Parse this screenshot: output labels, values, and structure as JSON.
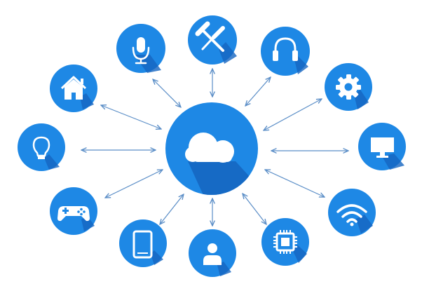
{
  "colors": {
    "node_fill": "#1e88e5",
    "node_shadow": "#1565c0",
    "icon": "#ffffff",
    "arrow": "#5b8ec7",
    "background": "#ffffff"
  },
  "hub": {
    "icon": "cloud-icon"
  },
  "devices": [
    {
      "id": "microphone",
      "icon": "microphone-icon"
    },
    {
      "id": "tools",
      "icon": "hammer-screwdriver-icon"
    },
    {
      "id": "headphones",
      "icon": "headphones-icon"
    },
    {
      "id": "settings",
      "icon": "gear-icon"
    },
    {
      "id": "monitor",
      "icon": "monitor-icon"
    },
    {
      "id": "wifi",
      "icon": "wifi-icon"
    },
    {
      "id": "chip",
      "icon": "cpu-chip-icon"
    },
    {
      "id": "user",
      "icon": "user-icon"
    },
    {
      "id": "smartphone",
      "icon": "smartphone-icon"
    },
    {
      "id": "gamepad",
      "icon": "gamepad-icon"
    },
    {
      "id": "lightbulb",
      "icon": "lightbulb-icon"
    },
    {
      "id": "home",
      "icon": "home-icon"
    }
  ]
}
